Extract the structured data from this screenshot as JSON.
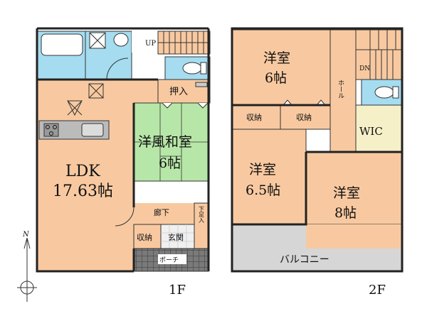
{
  "colors": {
    "room": "#f8c9a0",
    "wet": "#a5dcf0",
    "tatami": "#b7e7a8",
    "wic": "#f5f0c8",
    "balcony": "#d6d6d6",
    "porch_tile": "#6f6f6f",
    "wall": "#222222"
  },
  "floor1": {
    "up_label": "UP",
    "ldk_name": "LDK",
    "ldk_size": "17.63帖",
    "washitsu_name": "洋風和室",
    "washitsu_size": "6帖",
    "oshiire": "押入",
    "rouka": "廊下",
    "shunou": "収納",
    "genkan": "玄関",
    "shitabako": "下足入",
    "porch": "ポーチ",
    "floor_label": "1F"
  },
  "floor2": {
    "room_a_name": "洋室",
    "room_a_size": "6帖",
    "room_b_name": "洋室",
    "room_b_size": "6.5帖",
    "room_c_name": "洋室",
    "room_c_size": "8帖",
    "shunou_1": "収納",
    "shunou_2": "収納",
    "wic": "WIC",
    "hall": "ホール",
    "dn_label": "DN",
    "balcony": "バルコニー",
    "floor_label": "2F"
  },
  "compass": {
    "north": "N"
  }
}
